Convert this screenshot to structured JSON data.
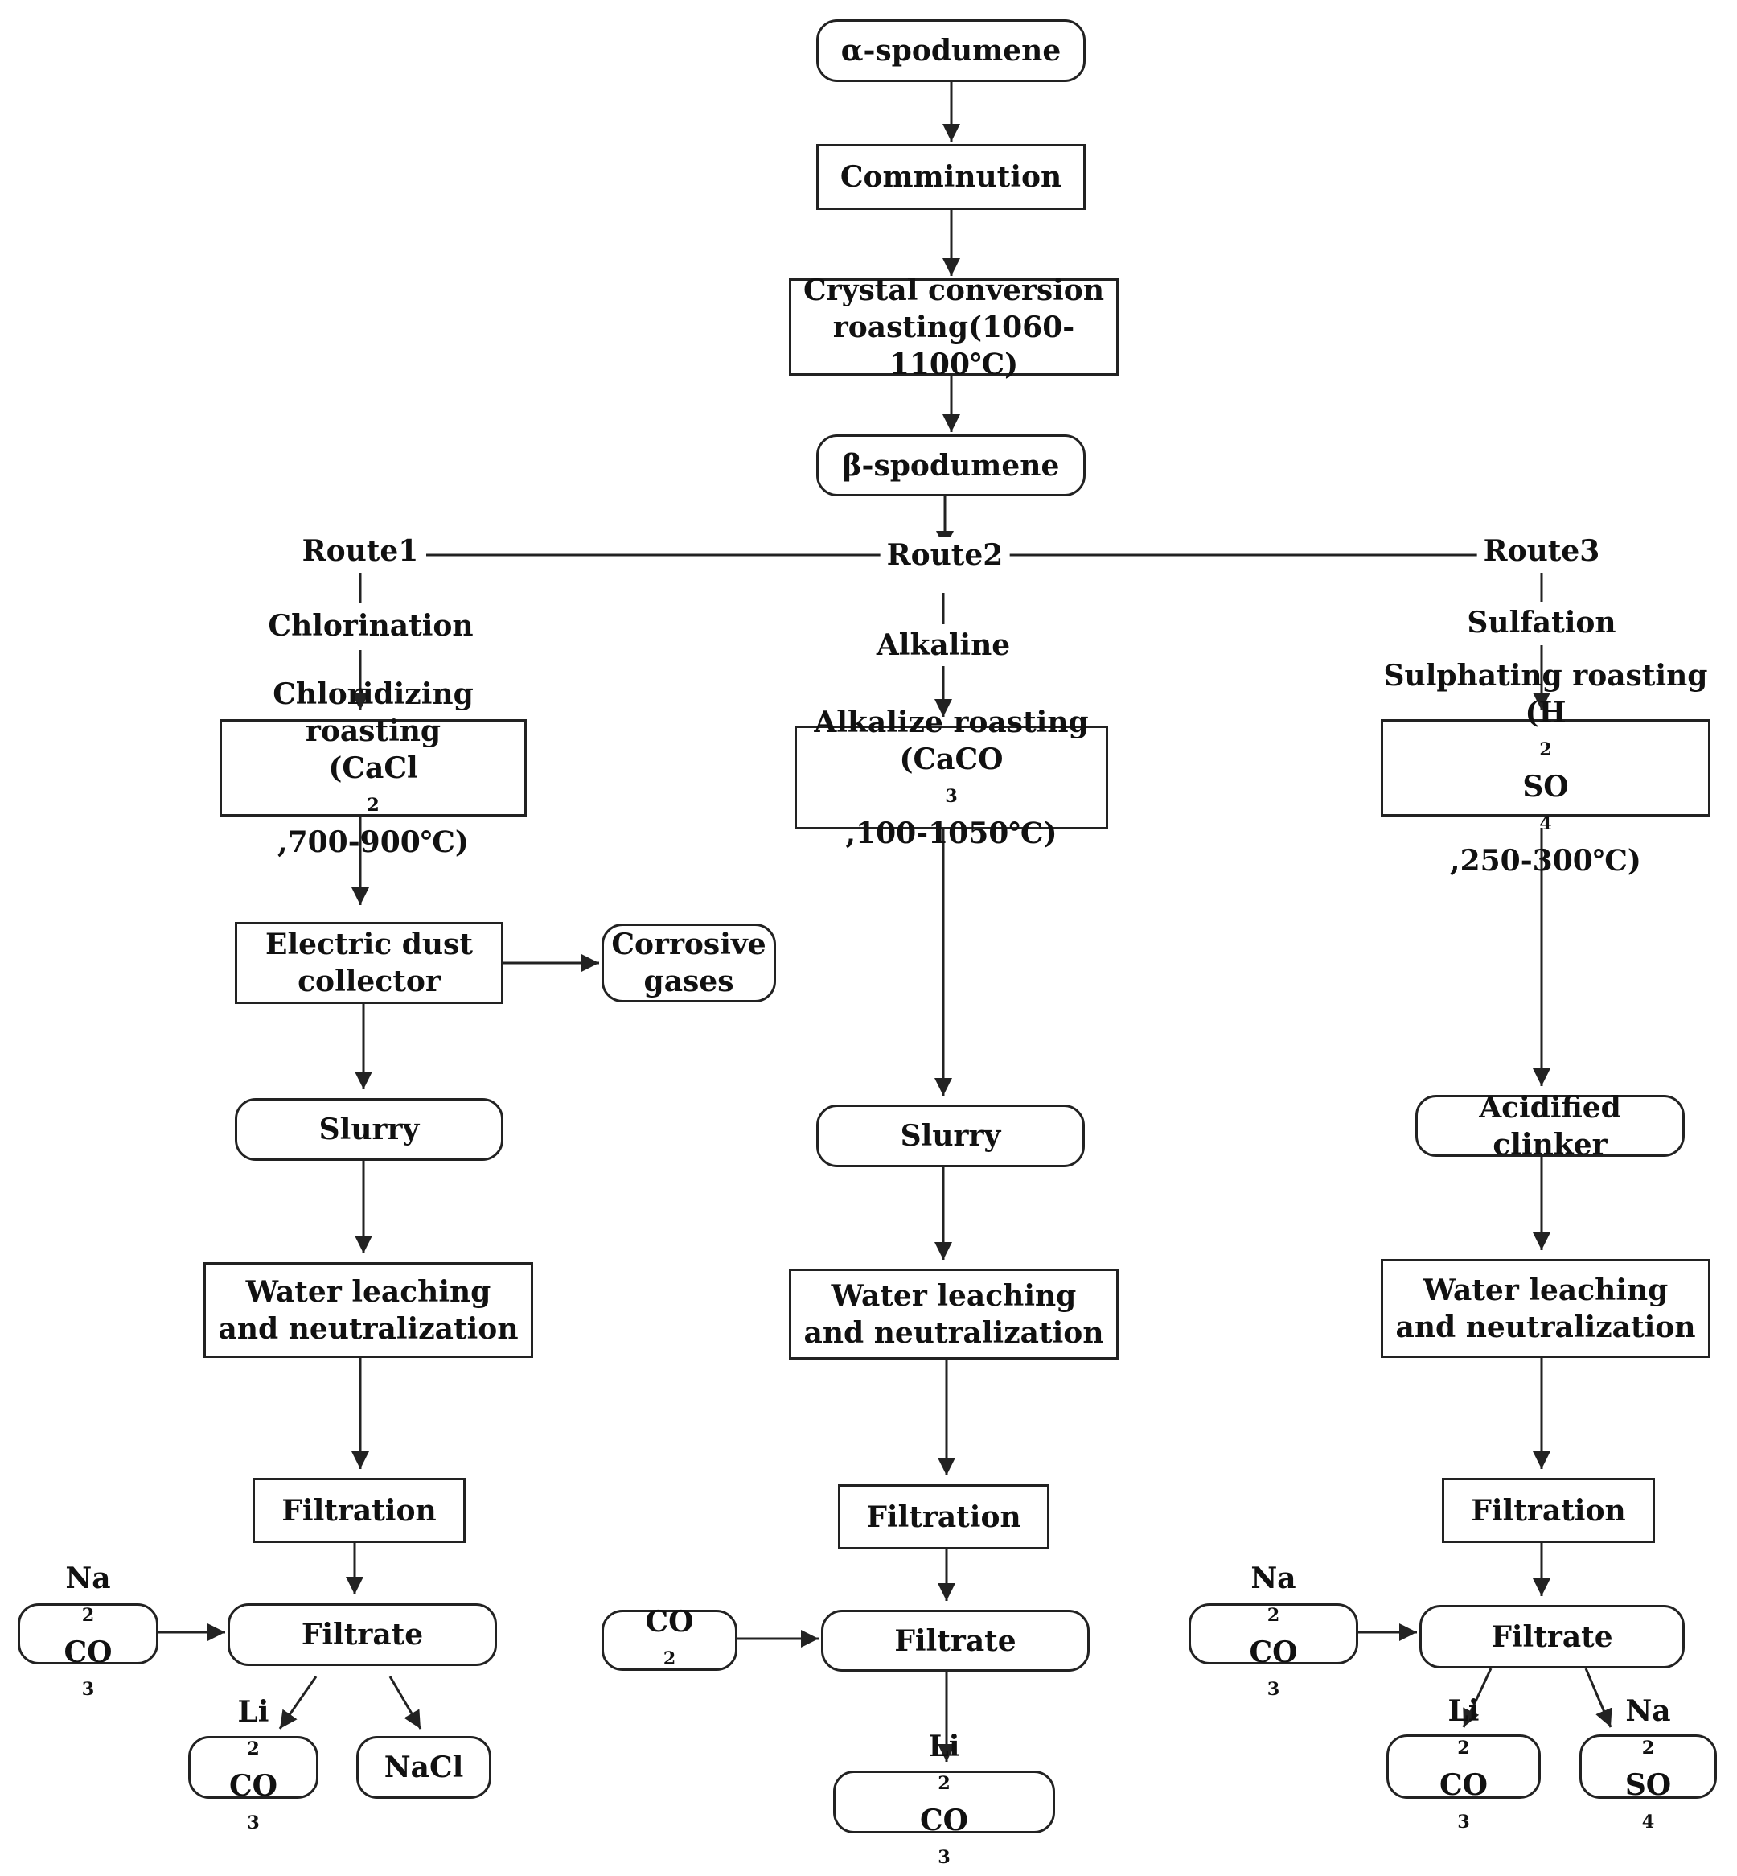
{
  "nodes": {
    "alpha_spodumene": "α-spodumene",
    "comminution": "Comminution",
    "crystal_conversion": [
      "Crystal conversion",
      "roasting(1060-1100℃)"
    ],
    "beta_spodumene": "β-spodumene",
    "r1_roasting": [
      "Chloridizing roasting",
      "(CaCl2 ,700-900℃)"
    ],
    "r1_dust": [
      "Electric dust",
      "collector"
    ],
    "r1_gases": [
      "Corrosive",
      "gases"
    ],
    "r1_slurry": "Slurry",
    "r1_leach": [
      "Water leaching",
      "and neutralization"
    ],
    "r1_filtration": "Filtration",
    "r1_filtrate": "Filtrate",
    "r1_na2co3": "Na2CO3",
    "r1_li2co3": "Li2CO3",
    "r1_nacl": "NaCl",
    "r2_roasting": [
      "Alkalize roasting",
      "(CaCO3,100-1050℃)"
    ],
    "r2_slurry": "Slurry",
    "r2_leach": [
      "Water leaching",
      "and neutralization"
    ],
    "r2_filtration": "Filtration",
    "r2_filtrate": "Filtrate",
    "r2_co2": "CO2",
    "r2_li2co3": "Li2CO3",
    "r3_roasting": [
      "Sulphating roasting",
      "(H2SO4,250-300℃)"
    ],
    "r3_clinker": "Acidified clinker",
    "r3_leach": [
      "Water leaching",
      "and neutralization"
    ],
    "r3_filtration": "Filtration",
    "r3_filtrate": "Filtrate",
    "r3_na2co3": "Na2CO3",
    "r3_li2co3": "Li2CO3",
    "r3_na2so4": "Na2SO4"
  },
  "labels": {
    "route1": "Route1",
    "route2": "Route2",
    "route3": "Route3",
    "chlorination": "Chlorination",
    "alkaline": "Alkaline",
    "sulfation": "Sulfation"
  },
  "colors": {
    "line": "#222222",
    "text": "#111111",
    "background": "#ffffff"
  }
}
